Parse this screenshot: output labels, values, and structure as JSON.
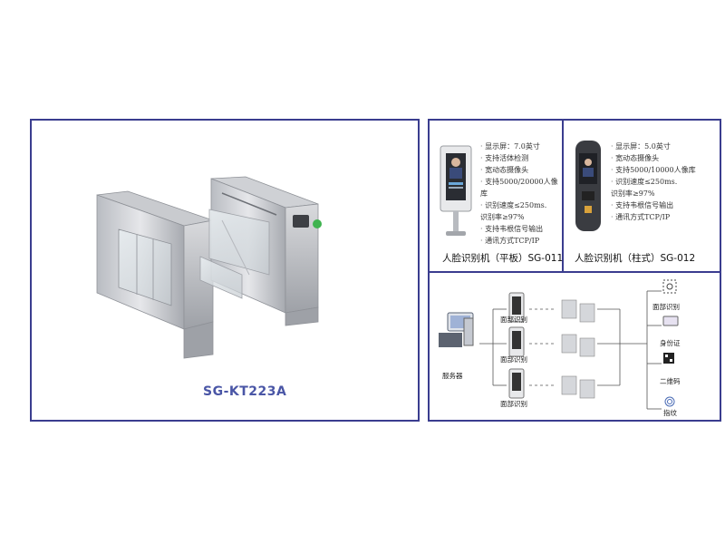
{
  "main": {
    "model": "SG-KT223A"
  },
  "device_011": {
    "specs": [
      "显示屏：7.0英寸",
      "支持活体检测",
      "宽动态摄像头",
      "支持5000/20000人像库",
      "识别速度≤250ms.\n识别率≥97%",
      "支持韦根信号输出",
      "通讯方式TCP/IP"
    ],
    "caption": "人脸识别机（平板）SG-011"
  },
  "device_012": {
    "specs": [
      "显示屏：5.0英寸",
      "宽动态摄像头",
      "支持5000/10000人像库",
      "识别速度≤250ms.\n识别率≥97%",
      "支持韦根信号输出",
      "通讯方式TCP/IP"
    ],
    "caption": "人脸识别机（柱式）SG-012"
  },
  "diagram": {
    "server_label": "服务器",
    "face_labels": [
      "面部识别",
      "面部识别",
      "面部识别"
    ],
    "methods": [
      "面部识别",
      "身份证",
      "二维码",
      "指纹"
    ]
  },
  "colors": {
    "border": "#3a3d8f",
    "model_text": "#4a56a6"
  },
  "icons": [
    "face-recognition-icon",
    "id-card-icon",
    "qr-code-icon",
    "fingerprint-icon",
    "server-icon"
  ]
}
